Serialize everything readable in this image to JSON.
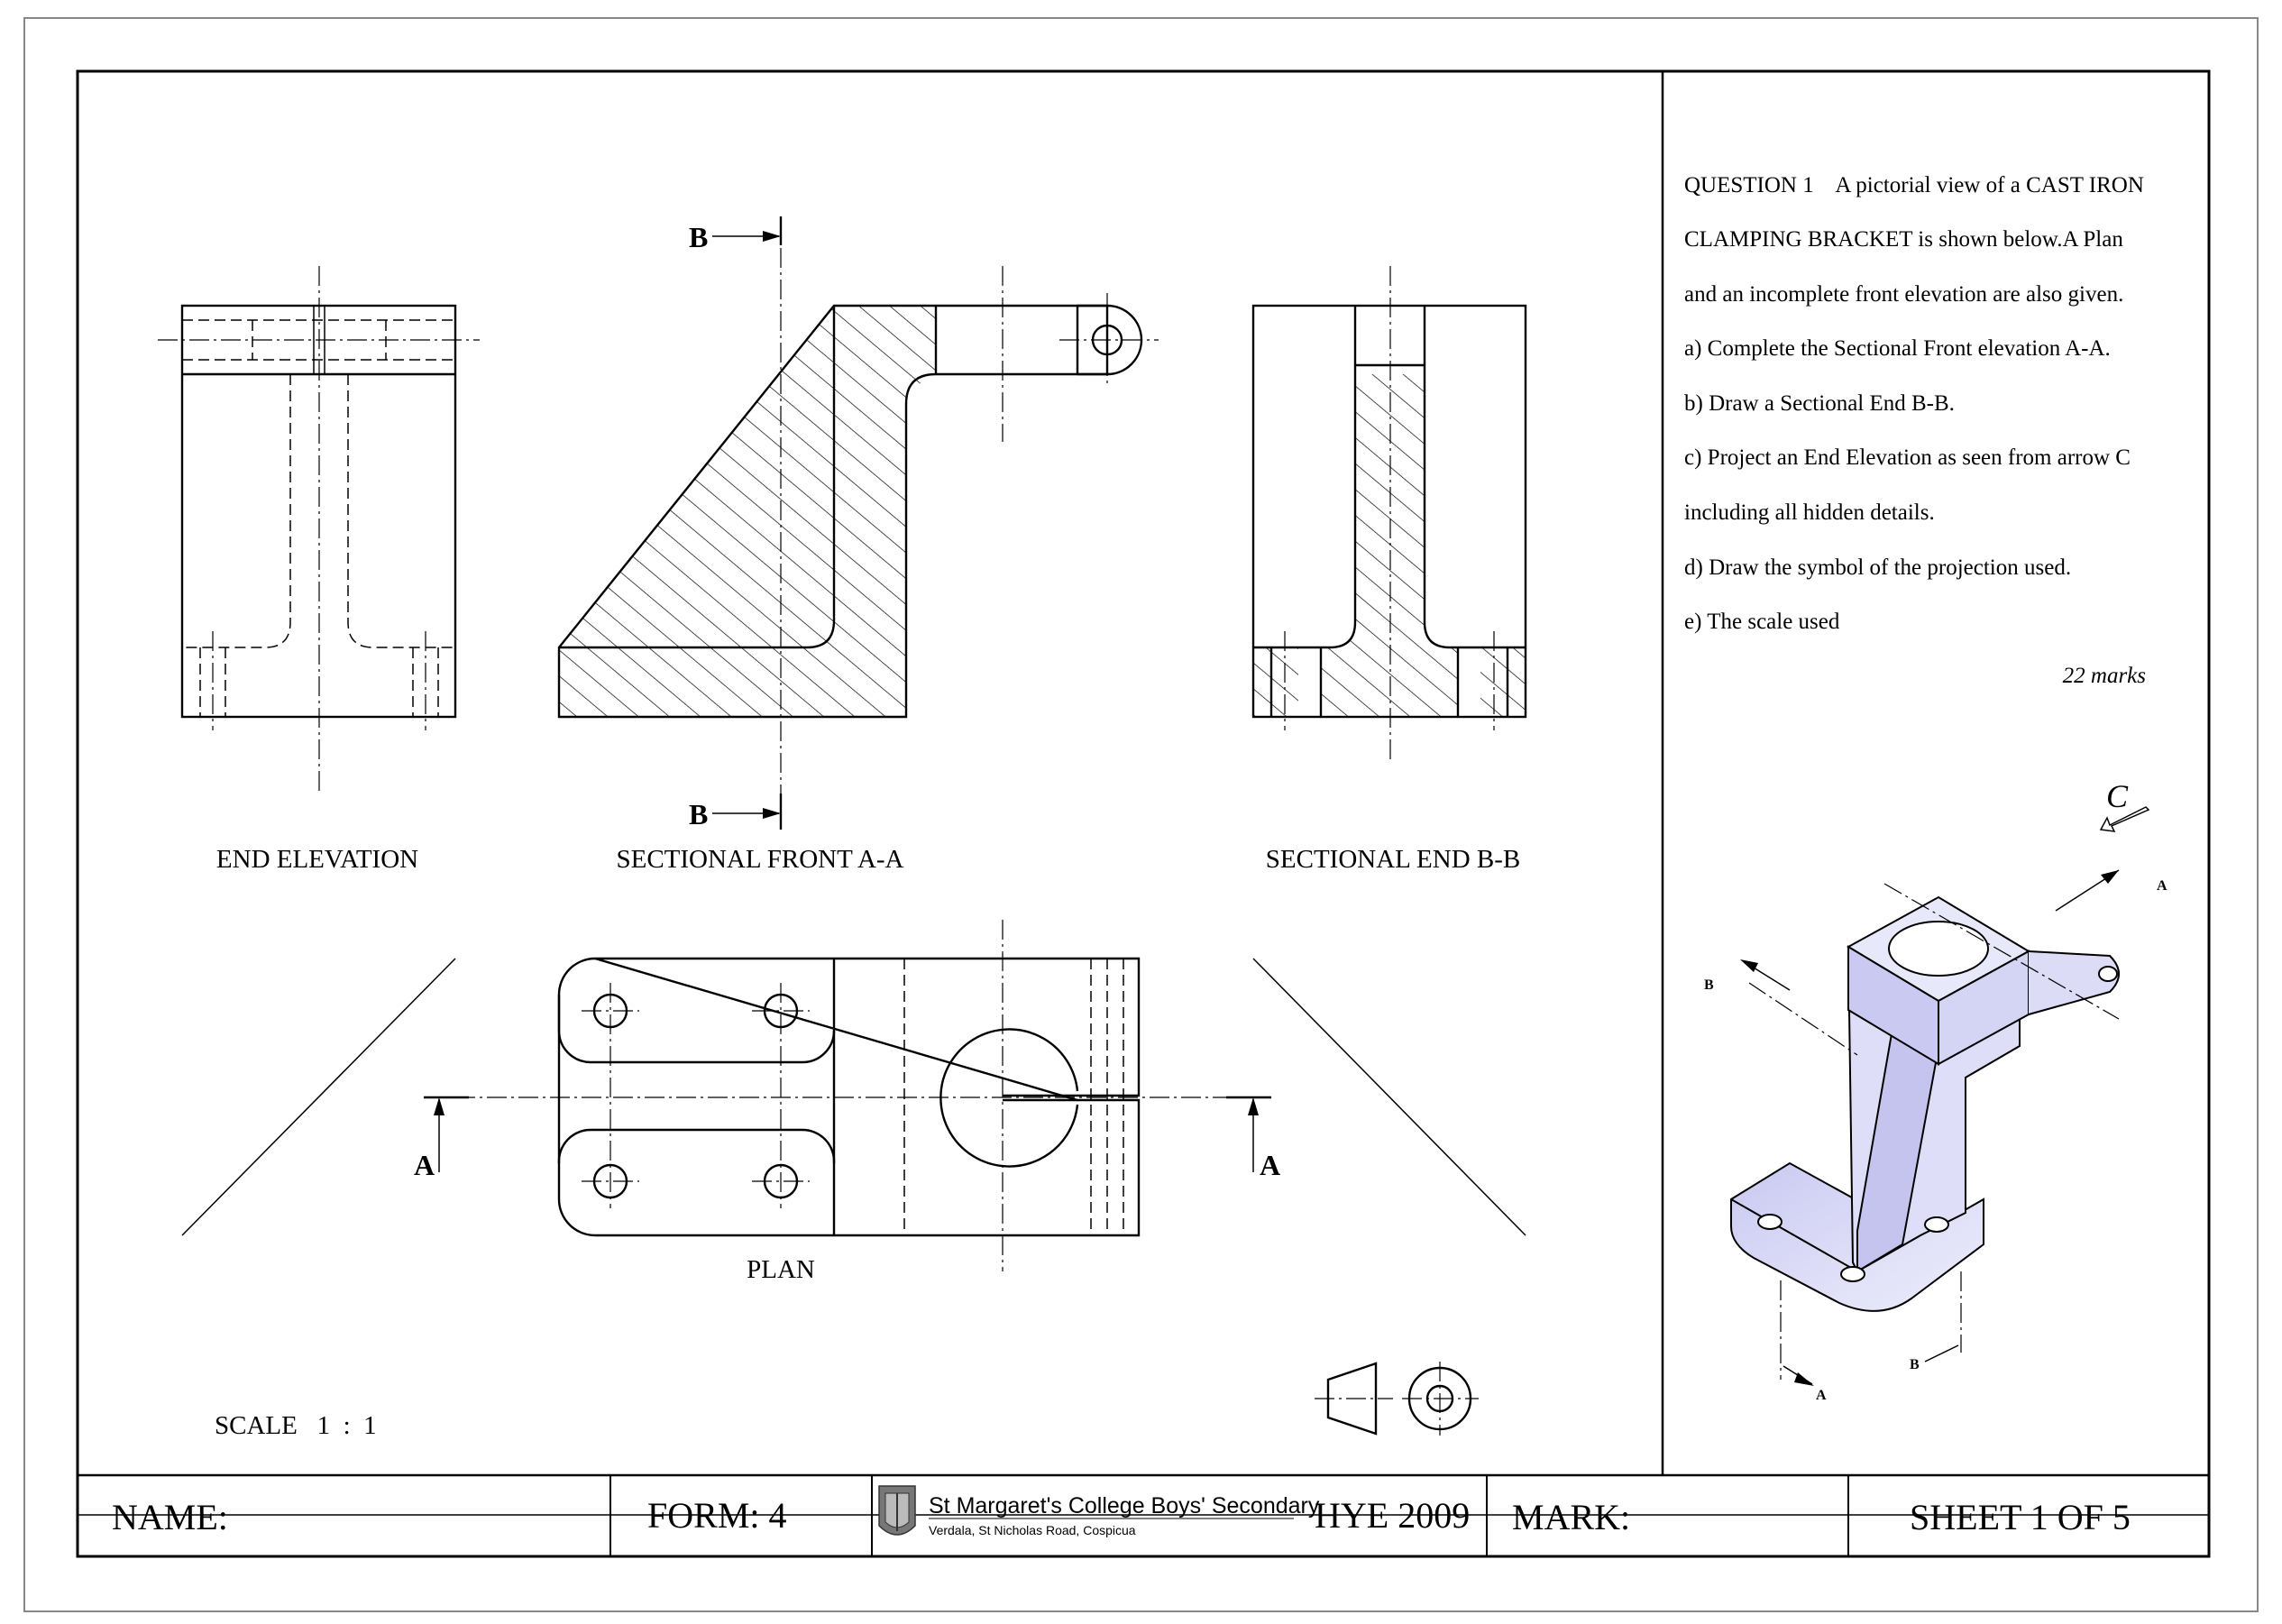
{
  "views": {
    "end_elevation": "END ELEVATION",
    "sectional_front": "SECTIONAL FRONT A-A",
    "sectional_end": "SECTIONAL END B-B",
    "plan": "PLAN",
    "scale": "SCALE   1  :  1"
  },
  "markers": {
    "b": "B",
    "a": "A",
    "c": "C"
  },
  "question": {
    "lines": [
      "QUESTION 1    A pictorial view of a CAST IRON",
      "CLAMPING BRACKET is shown below.A Plan",
      "and an incomplete front elevation are also given.",
      "a) Complete the Sectional Front elevation A-A.",
      "b) Draw a Sectional End B-B.",
      "c) Project an End Elevation as seen from arrow C",
      "including all hidden details.",
      "d) Draw the symbol of the projection used.",
      "e) The scale used"
    ],
    "marks": "22 marks"
  },
  "title_block": {
    "name": "NAME:",
    "form": "FORM: 4",
    "school": "St Margaret's College Boys' Secondary",
    "address": "Verdala, St Nicholas Road, Cospicua",
    "exam": "HYE 2009",
    "mark": "MARK:",
    "sheet": "SHEET 1 OF 5"
  },
  "colors": {
    "shade": "#d9d9f7",
    "line": "#000000"
  }
}
